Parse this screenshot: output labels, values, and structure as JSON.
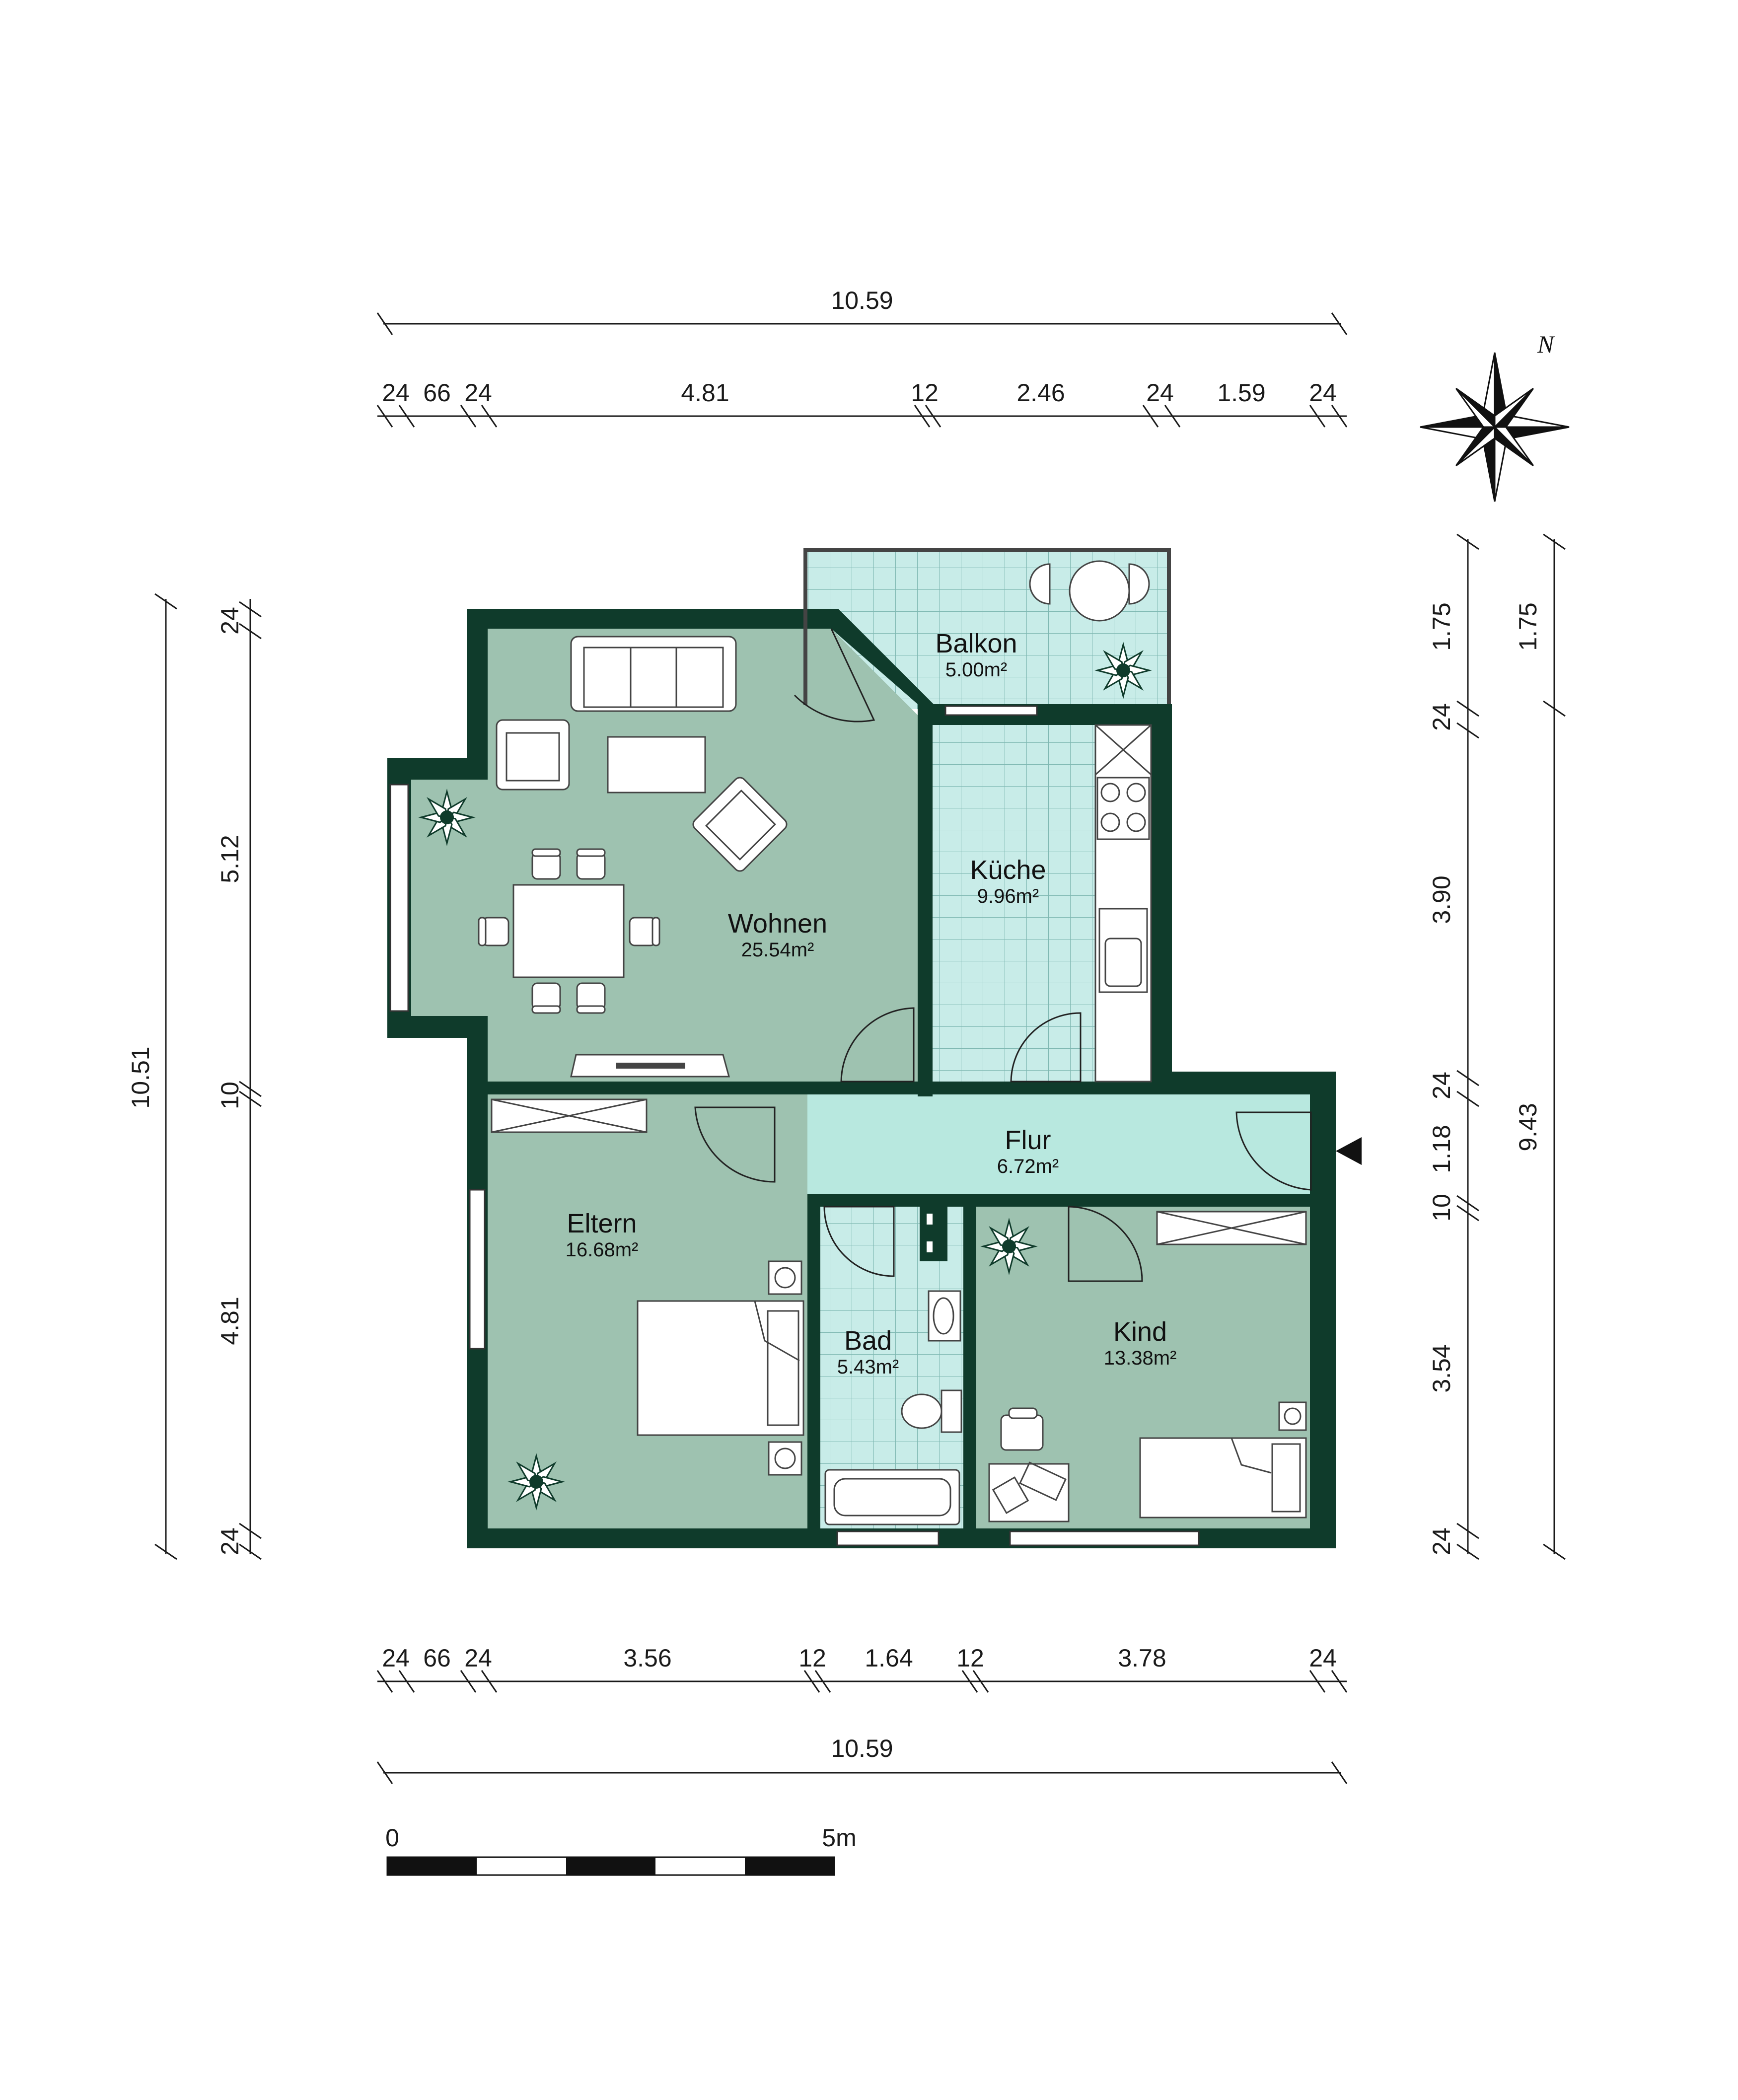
{
  "dimensions": {
    "top_total": "10.59",
    "top_segments": [
      "24",
      "66",
      "24",
      "4.81",
      "12",
      "2.46",
      "24",
      "1.59",
      "24"
    ],
    "bottom_segments": [
      "24",
      "66",
      "24",
      "3.56",
      "12",
      "1.64",
      "12",
      "3.78",
      "24"
    ],
    "bottom_total": "10.59",
    "left_total": "10.51",
    "left_segments": [
      "24",
      "5.12",
      "10",
      "4.81",
      "24"
    ],
    "right_inner_segments": [
      "1.75",
      "24",
      "3.90",
      "24",
      "1.18",
      "10",
      "3.54",
      "24"
    ],
    "right_outer_segments": [
      "1.75",
      "9.43"
    ]
  },
  "rooms": {
    "balkon": {
      "name": "Balkon",
      "area": "5.00m²"
    },
    "wohnen": {
      "name": "Wohnen",
      "area": "25.54m²"
    },
    "kueche": {
      "name": "Küche",
      "area": "9.96m²"
    },
    "flur": {
      "name": "Flur",
      "area": "6.72m²"
    },
    "eltern": {
      "name": "Eltern",
      "area": "16.68m²"
    },
    "bad": {
      "name": "Bad",
      "area": "5.43m²"
    },
    "kind": {
      "name": "Kind",
      "area": "13.38m²"
    }
  },
  "compass": {
    "north_label": "N"
  },
  "scale_bar": {
    "start_label": "0",
    "end_label": "5m"
  },
  "colors": {
    "wall": "#0f3b2b",
    "room_green": "#9ec2b0",
    "tile_blue": "#c8ece8",
    "hallway": "#b8e8df"
  },
  "icons": [
    "compass-rose-icon",
    "plant-icon",
    "stove-icon",
    "sink-icon",
    "toilet-icon",
    "bathtub-icon",
    "bed-icon",
    "sofa-icon",
    "table-icon",
    "chair-icon",
    "entrance-arrow-icon"
  ]
}
